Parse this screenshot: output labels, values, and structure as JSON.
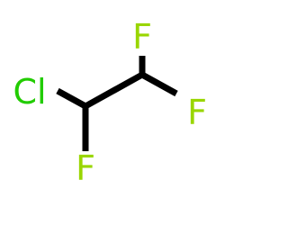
{
  "molecule": {
    "atoms": {
      "cl": {
        "symbol": "Cl",
        "color": "#22cc00"
      },
      "f_bottom": {
        "symbol": "F",
        "color": "#99d600"
      },
      "f_top": {
        "symbol": "F",
        "color": "#99d600"
      },
      "f_right": {
        "symbol": "F",
        "color": "#99d600"
      }
    },
    "bond_color": "#000000"
  }
}
